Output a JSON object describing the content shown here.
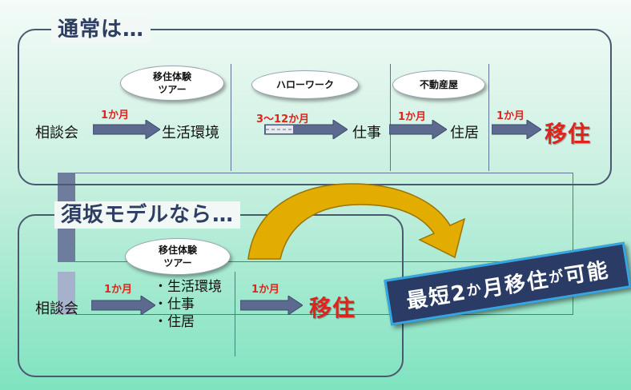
{
  "top": {
    "title": "通常は…",
    "start": "相談会",
    "steps": [
      {
        "bubble": [
          "移住体験",
          "ツアー"
        ],
        "duration": "1か月",
        "result": "生活環境"
      },
      {
        "bubble": [
          "ハローワーク"
        ],
        "duration": "3～12か月",
        "result": "仕事"
      },
      {
        "bubble": [
          "不動産屋"
        ],
        "duration": "1か月",
        "result": "住居"
      },
      {
        "bubble": [],
        "duration": "1か月",
        "result": "移住"
      }
    ]
  },
  "bottom": {
    "title": "須坂モデルなら…",
    "start": "相談会",
    "bubble": [
      "移住体験",
      "ツアー"
    ],
    "duration1": "1か月",
    "bullets": [
      "・生活環境",
      "・仕事",
      "・住居"
    ],
    "duration2": "1か月",
    "result": "移住"
  },
  "banner": {
    "part1": "最短2",
    "small1": "か",
    "part2": "月移住",
    "small2": "が",
    "part3": "可能"
  },
  "colors": {
    "title": "#2e3e63",
    "duration": "#e0241c",
    "arrow": "#5b6a8e",
    "curved_arrow": "#d9a400",
    "banner_bg": "#2a3c66",
    "banner_border": "#37a6e0"
  },
  "icons": [
    "right-arrow-icon",
    "curved-arrow-icon"
  ]
}
